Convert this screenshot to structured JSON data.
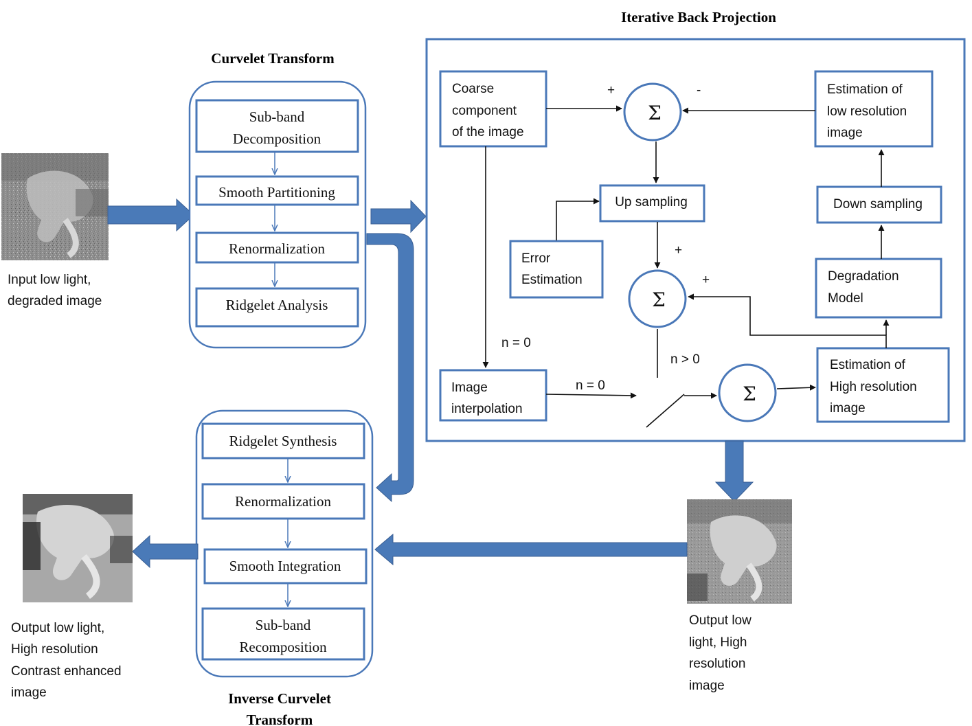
{
  "titles": {
    "curvelet": "Curvelet Transform",
    "ibp": "Iterative Back Projection",
    "inverse_line1": "Inverse Curvelet",
    "inverse_line2": "Transform"
  },
  "curvelet_steps": [
    [
      "Sub-band",
      "Decomposition"
    ],
    [
      "Smooth Partitioning"
    ],
    [
      "Renormalization"
    ],
    [
      "Ridgelet Analysis"
    ]
  ],
  "inverse_steps": [
    [
      "Ridgelet Synthesis"
    ],
    [
      "Renormalization"
    ],
    [
      "Smooth Integration"
    ],
    [
      "Sub-band",
      "Recomposition"
    ]
  ],
  "ibp": {
    "coarse": [
      "Coarse",
      "component",
      "of the image"
    ],
    "estimation_low": [
      "Estimation of",
      "low resolution",
      "image"
    ],
    "up_sampling": "Up sampling",
    "down_sampling": "Down sampling",
    "error_estimation": [
      "Error",
      "Estimation"
    ],
    "degradation": [
      "Degradation",
      "Model"
    ],
    "interpolation": [
      "Image",
      "interpolation"
    ],
    "estimation_high": [
      "Estimation of",
      "High resolution",
      "image"
    ],
    "sigma": "Σ",
    "plus": "+",
    "minus": "-",
    "n_zero": "n = 0",
    "n_positive": "n > 0"
  },
  "captions": {
    "input": [
      "Input low light,",
      "degraded image"
    ],
    "output_final": [
      "Output low light,",
      "High resolution",
      "Contrast enhanced",
      "image"
    ],
    "output_ibp": [
      "Output low",
      "light, High",
      "resolution",
      "image"
    ]
  },
  "colors": {
    "box_border": "#4a78b8",
    "arrow_fill": "#4a7ab8"
  }
}
